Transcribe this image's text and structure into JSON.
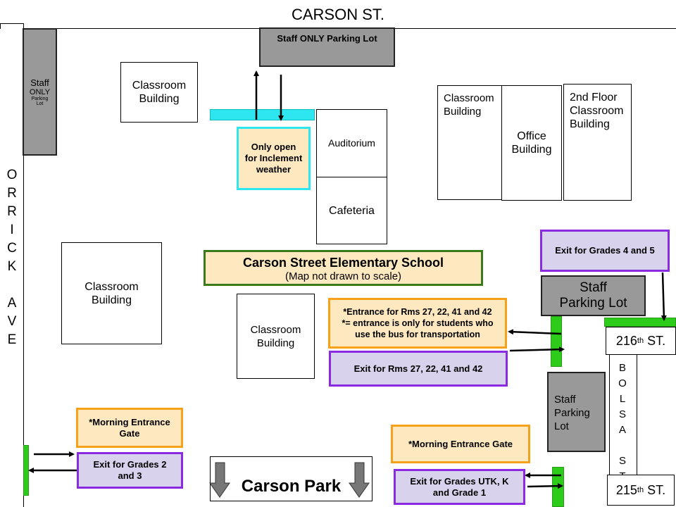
{
  "streets": {
    "carson": "CARSON ST.",
    "orrick": [
      "O",
      "R",
      "R",
      "I",
      "C",
      "K",
      "",
      "A",
      "V",
      "E"
    ],
    "bolsa": [
      "B",
      "O",
      "L",
      "S",
      "A",
      "",
      "S",
      "T"
    ],
    "st216_num": "216",
    "st216_sup": "th",
    "st216_rest": " ST.",
    "st215_num": "215",
    "st215_sup": "th",
    "st215_rest": " ST."
  },
  "parking": {
    "staff_only_top": "Staff ONLY Parking Lot",
    "staff_only_left_line1": "Staff",
    "staff_only_left_line2": "ONLY",
    "staff_only_left_line3": "Parking",
    "staff_only_left_line4": "Lot",
    "staff_parking_right": "Staff\nParking Lot",
    "staff_parking_lower": "Staff\nParking\nLot"
  },
  "buildings": {
    "classroom_top_left": "Classroom\nBuilding",
    "classroom_mid_left": "Classroom\nBuilding",
    "classroom_center": "Classroom\nBuilding",
    "classroom_right": "Classroom\nBuilding",
    "auditorium": "Auditorium",
    "cafeteria": "Cafeteria",
    "office": "Office\nBuilding",
    "second_floor": "2nd Floor\nClassroom\nBuilding"
  },
  "title": {
    "name": "Carson Street Elementary School",
    "note": "(Map not drawn to scale)"
  },
  "labels": {
    "inclement": "Only open\nfor Inclement\nweather",
    "exit_4_5": "Exit for Grades 4 and 5",
    "entrance_rms": "*Entrance for Rms 27, 22, 41 and 42\n*= entrance is only for students who\nuse the bus for transportation",
    "exit_rms": "Exit for Rms 27, 22, 41 and 42",
    "morning_left": "*Morning Entrance\nGate",
    "exit_2_3": "Exit for Grades 2\nand 3",
    "morning_right": "*Morning Entrance Gate",
    "exit_utk": "Exit for Grades UTK, K\nand Grade 1"
  },
  "park": {
    "name": "Carson Park"
  },
  "colors": {
    "gate_green": "#2ecc1a",
    "entrance_orange": "#f5a21a",
    "exit_purple": "#8a2be2",
    "inclement_cyan": "#2ee6f0",
    "parking_gray": "#999999",
    "title_green": "#3a7a1a"
  }
}
